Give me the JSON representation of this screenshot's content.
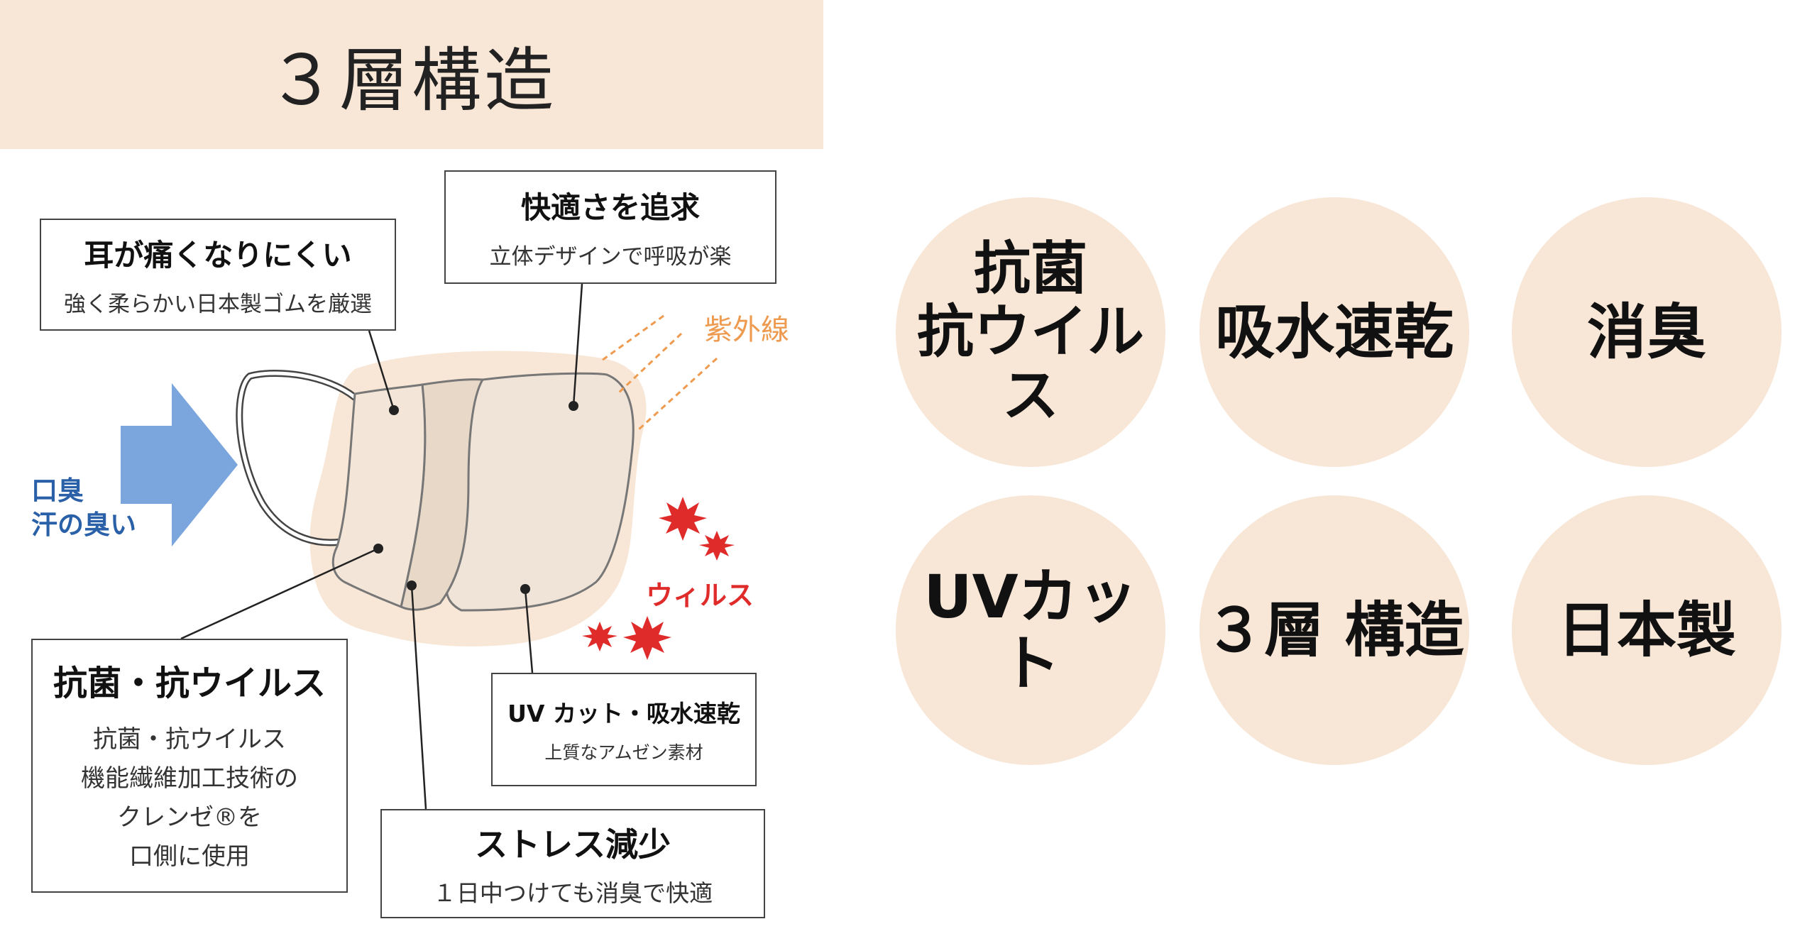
{
  "header": {
    "title": "３層構造"
  },
  "callouts": {
    "ear": {
      "title": "耳が痛くなりにくい",
      "subtitle": "強く柔らかい日本製ゴムを厳選"
    },
    "comfort": {
      "title": "快適さを追求",
      "subtitle": "立体デザインで呼吸が楽"
    },
    "antibacterial": {
      "title": "抗菌・抗ウイルス",
      "lines": [
        "抗菌・抗ウイルス",
        "機能繊維加工技術の",
        "クレンゼ®を",
        "口側に使用"
      ]
    },
    "uv_dry": {
      "title": "UV カット・吸水速乾",
      "subtitle": "上質なアムゼン素材"
    },
    "stress": {
      "title": "ストレス減少",
      "subtitle": "１日中つけても消臭で快適"
    }
  },
  "labels": {
    "odor": [
      "口臭",
      "汗の臭い"
    ],
    "uv": "紫外線",
    "virus": "ウィルス"
  },
  "features": [
    {
      "label": "抗菌\n抗ウイルス"
    },
    {
      "label": "吸水速乾"
    },
    {
      "label": "消臭"
    },
    {
      "label": "UVカット"
    },
    {
      "label": "３層 構造"
    },
    {
      "label": "日本製"
    }
  ],
  "colors": {
    "beige": "#f8e6d6",
    "mask_fill": "#e8dccf",
    "arrow_blue": "#7aa5dd",
    "odor_text": "#2a60a8",
    "uv_orange": "#ee9a4f",
    "virus_red": "#e02b2b"
  }
}
